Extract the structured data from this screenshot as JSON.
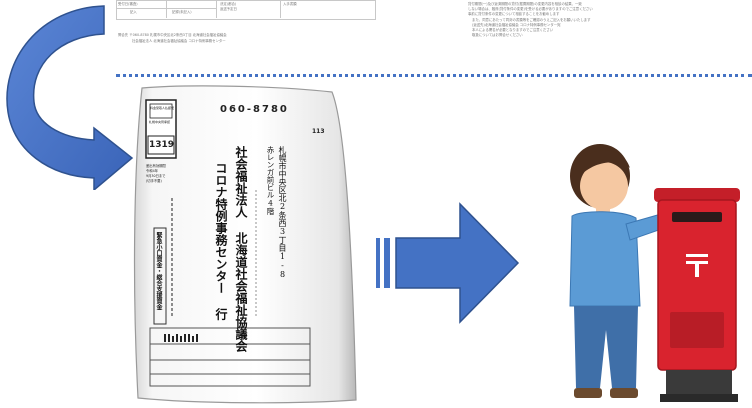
{
  "top_left_fragment": {
    "header_cells": [
      "受付日(審査)",
      "",
      "",
      "決定(都合)",
      "返送予定日",
      "入手書類"
    ],
    "sub_cells": [
      "記入",
      "記録(未記入)"
    ],
    "footer_lines": [
      "問合先  〒060-8780  札幌市中央区北2条西3丁目 北海道社会福祉協議会",
      "社会福祉法人  北海道社会福祉協議会  コロナ特例事務センター"
    ]
  },
  "top_right_fragment": {
    "lines": [
      "貸付期間(一)及び返済期間の貸付(据置期間)の変更内容を相談の結果、一致",
      "しない場合は、融資(貸付条件の変更)を受ける必要がありますのでご注意ください",
      "事前に貸付条件の変更について相談することをお勧めします",
      "また、同意にあたって同封の書類等をご確認のうえご記入をお願いいたします",
      "(返送先)北海道社会福祉協議会 コロナ特例事務センター宛",
      "本人による署名が必要となりますのでご注意ください",
      "取扱についてはお問合せください"
    ]
  },
  "envelope": {
    "postal_code": "060-8780",
    "stamp_label": "料金受取人払郵便",
    "stamp_office": "札幌中央局承認",
    "stamp_number": "1319",
    "stamp_notes": [
      "差出有効期間",
      "令和4年",
      "9月30日まで",
      "(切手不要)"
    ],
    "address_line_1": "札幌市中央区北2条西3丁目1-8",
    "address_line_2": "赤レンガ前ビル4階",
    "org_prefix": "社会福祉法人  北海道社会福祉協議会",
    "center_name": "コロナ特例事務センター  行",
    "side_box_label": "緊急小口資金・総合支援資金",
    "side_small": "113"
  },
  "colors": {
    "blue_arrow": "#4472c4",
    "blue_arrow_dark": "#2f528f",
    "dotted_line": "#4472c4",
    "mailbox_red": "#d9232e"
  }
}
